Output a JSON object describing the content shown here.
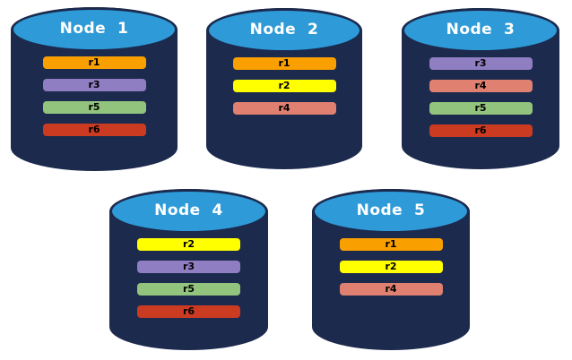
{
  "diagram_title": "",
  "colors": {
    "background": "#ffffff",
    "cylinder_body": "#1c2a4e",
    "cylinder_top": "#2e9bd8",
    "title_text": "#ffffff",
    "bar_text": "#000000",
    "replicas": {
      "r1": "#f9a000",
      "r2": "#ffff00",
      "r3": "#8f7ec2",
      "r4": "#df8070",
      "r5": "#93c47d",
      "r6": "#cb3b22"
    }
  },
  "nodes": [
    {
      "label": "Node  1",
      "replicas": [
        "r1",
        "r3",
        "r5",
        "r6"
      ]
    },
    {
      "label": "Node  2",
      "replicas": [
        "r1",
        "r2",
        "r4"
      ]
    },
    {
      "label": "Node  3",
      "replicas": [
        "r3",
        "r4",
        "r5",
        "r6"
      ]
    },
    {
      "label": "Node  4",
      "replicas": [
        "r2",
        "r3",
        "r5",
        "r6"
      ]
    },
    {
      "label": "Node  5",
      "replicas": [
        "r1",
        "r2",
        "r4"
      ]
    }
  ]
}
